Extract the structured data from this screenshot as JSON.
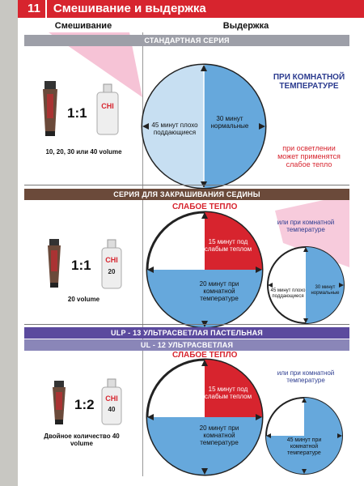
{
  "header": {
    "number": "11",
    "title": "Смешивание и выдержка"
  },
  "columns": {
    "mixing": "Смешивание",
    "timing": "Выдержка"
  },
  "sections": {
    "standard": {
      "bar": "СТАНДАРТНАЯ СЕРИЯ",
      "ratio": "1:1",
      "volume": "10, 20, 30 или 40 volume",
      "bottle_brand": "CHI",
      "condition": "ПРИ КОМНАТНОЙ ТЕМПЕРАТУРЕ",
      "left_text": "45 минут плохо поддающиеся",
      "right_text": "30 минут нормальные",
      "lightening_note": "при осветлении может применятся слабое тепло"
    },
    "grey": {
      "bar": "СЕРИЯ ДЛЯ ЗАКРАШИВАНИЯ СЕДИНЫ",
      "heat": "СЛАБОЕ ТЕПЛО",
      "ratio": "1:1",
      "volume": "20 volume",
      "bottle_brand": "CHI",
      "bottle_volume": "20",
      "red_text": "15 минут под слабым теплом",
      "blue_text": "20 минут при комнатной температуре",
      "alt_note": "или при комнатной температуре",
      "small_left": "45 минут плохо поддающиеся",
      "small_right": "30 минут нормальные"
    },
    "ultra": {
      "bar1": "ULP - 13 УЛЬТРАСВЕТЛАЯ ПАСТЕЛЬНАЯ",
      "bar2": "UL - 12 УЛЬТРАСВЕТЛАЯ",
      "heat": "СЛАБОЕ ТЕПЛО",
      "ratio": "1:2",
      "volume": "Двойное количество 40 volume",
      "bottle_brand": "CHI",
      "bottle_volume": "40",
      "red_text": "15 минут под слабым теплом",
      "blue_text": "20 минут при комнатной температуре",
      "alt_note": "или при комнатной температуре",
      "small_text": "45 минут при комнатной температуре"
    }
  },
  "colors": {
    "red": "#d7242e",
    "blue": "#66a8dc",
    "brown": "#6b4a3a",
    "purple": "#5b4a9e",
    "navy": "#2b3b8f"
  }
}
